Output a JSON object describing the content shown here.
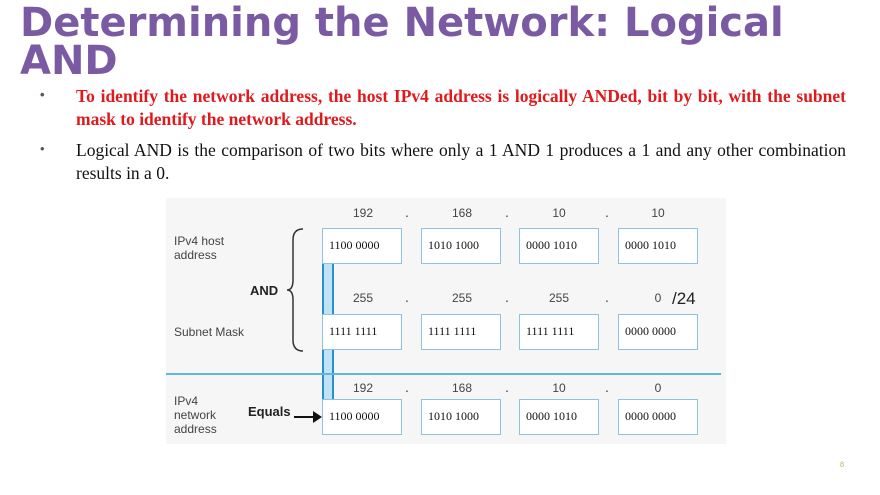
{
  "title": "Determining the Network: Logical AND",
  "bullets": [
    "To identify the network address, the host IPv4 address is logically ANDed, bit by bit, with the subnet mask to identify the network address.",
    "Logical AND is the comparison of two bits where only a 1 AND 1 produces a 1 and any other combination results in a 0."
  ],
  "bullet_marker": "•",
  "diagram": {
    "host_label": [
      "IPv4 host",
      "address"
    ],
    "and_label": "AND",
    "mask_label": "Subnet Mask",
    "network_label": [
      "IPv4",
      "network",
      "address"
    ],
    "equals_label": "Equals",
    "prefix": "/24",
    "separator": ".",
    "host_decimal": [
      "192",
      "168",
      "10",
      "10"
    ],
    "host_binary": [
      "1100 0000",
      "1010 1000",
      "0000 1010",
      "0000 1010"
    ],
    "mask_decimal": [
      "255",
      "255",
      "255",
      "0"
    ],
    "mask_binary": [
      "1111 1111",
      "1111 1111",
      "1111 1111",
      "0000 0000"
    ],
    "network_decimal": [
      "192",
      "168",
      "10",
      "0"
    ],
    "network_binary": [
      "1100 0000",
      "1010 1000",
      "0000 1010",
      "0000 0000"
    ]
  },
  "page_number": "8",
  "colors": {
    "title": "#7a5aa2",
    "emphasis": "#e0191c",
    "accent": "#2b8fcf"
  }
}
